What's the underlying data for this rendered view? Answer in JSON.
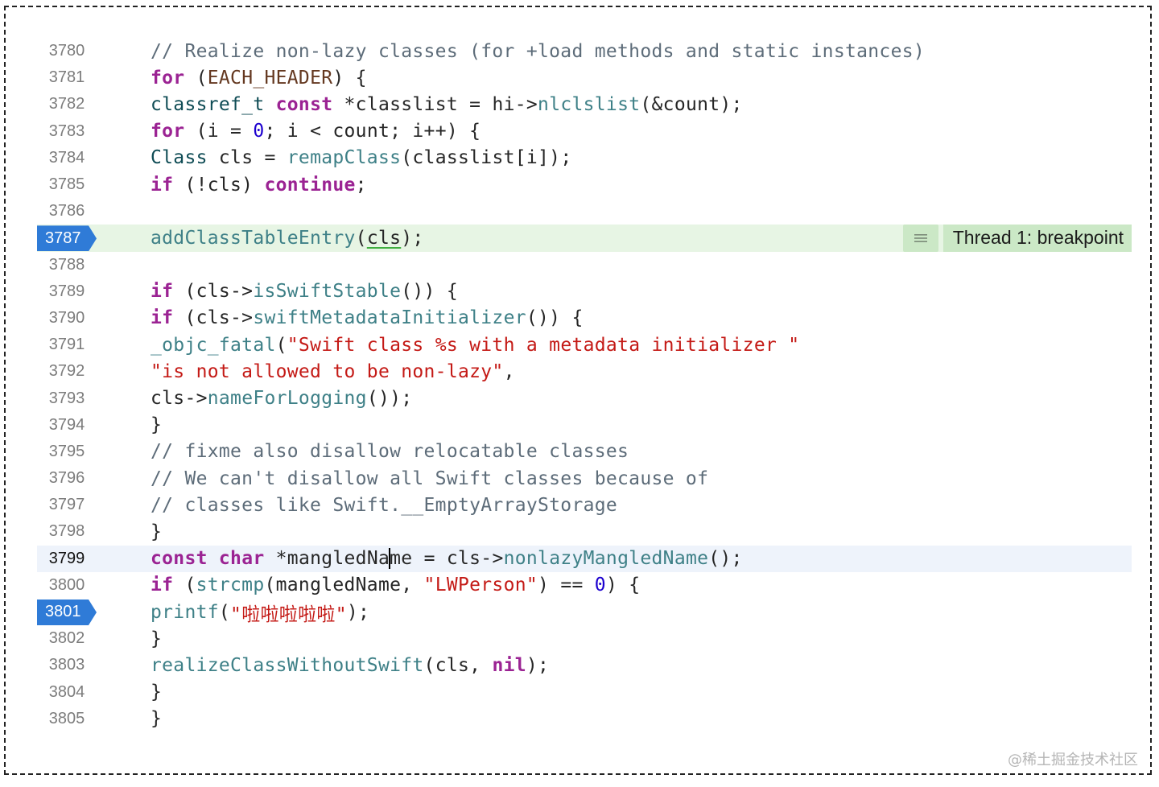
{
  "editor": {
    "lines": [
      {
        "num": "3780",
        "indent": 0,
        "tokens": [
          [
            "cm",
            "// Realize non-lazy classes (for +load methods and static instances)"
          ]
        ]
      },
      {
        "num": "3781",
        "indent": 0,
        "tokens": [
          [
            "kw",
            "for"
          ],
          [
            "",
            " ("
          ],
          [
            "macro",
            "EACH_HEADER"
          ],
          [
            "",
            ") {"
          ]
        ]
      },
      {
        "num": "3782",
        "indent": 1,
        "tokens": [
          [
            "typ",
            "classref_t"
          ],
          [
            "",
            " "
          ],
          [
            "kw",
            "const"
          ],
          [
            "",
            " *classlist = hi->"
          ],
          [
            "fn",
            "nlclslist"
          ],
          [
            "",
            "(&count);"
          ]
        ]
      },
      {
        "num": "3783",
        "indent": 1,
        "tokens": [
          [
            "kw",
            "for"
          ],
          [
            "",
            " (i = "
          ],
          [
            "num",
            "0"
          ],
          [
            "",
            "; i < count; i++) {"
          ]
        ]
      },
      {
        "num": "3784",
        "indent": 2,
        "tokens": [
          [
            "typ",
            "Class"
          ],
          [
            "",
            " cls = "
          ],
          [
            "fn",
            "remapClass"
          ],
          [
            "",
            "(classlist[i]);"
          ]
        ]
      },
      {
        "num": "3785",
        "indent": 2,
        "tokens": [
          [
            "kw",
            "if"
          ],
          [
            "",
            " (!cls) "
          ],
          [
            "kw",
            "continue"
          ],
          [
            "",
            ";"
          ]
        ]
      },
      {
        "num": "3786",
        "indent": 0,
        "tokens": []
      },
      {
        "num": "3787",
        "indent": 2,
        "breakpoint": true,
        "highlight": "bp",
        "tokens": [
          [
            "fn",
            "addClassTableEntry"
          ],
          [
            "",
            "("
          ],
          [
            "u",
            "cls"
          ],
          [
            "",
            ");"
          ]
        ]
      },
      {
        "num": "3788",
        "indent": 0,
        "tokens": []
      },
      {
        "num": "3789",
        "indent": 2,
        "tokens": [
          [
            "kw",
            "if"
          ],
          [
            "",
            " (cls->"
          ],
          [
            "fn",
            "isSwiftStable"
          ],
          [
            "",
            "()) {"
          ]
        ]
      },
      {
        "num": "3790",
        "indent": 3,
        "tokens": [
          [
            "kw",
            "if"
          ],
          [
            "",
            " (cls->"
          ],
          [
            "fn",
            "swiftMetadataInitializer"
          ],
          [
            "",
            "()) {"
          ]
        ]
      },
      {
        "num": "3791",
        "indent": 4,
        "tokens": [
          [
            "fn",
            "_objc_fatal"
          ],
          [
            "",
            "("
          ],
          [
            "str",
            "\"Swift class %s with a metadata initializer \""
          ]
        ]
      },
      {
        "num": "3792",
        "indent": 4,
        "pad": "            ",
        "tokens": [
          [
            "str",
            "\"is not allowed to be non-lazy\""
          ],
          [
            "",
            ","
          ]
        ]
      },
      {
        "num": "3793",
        "indent": 4,
        "pad": "            ",
        "tokens": [
          [
            "",
            "cls->"
          ],
          [
            "fn",
            "nameForLogging"
          ],
          [
            "",
            "());"
          ]
        ]
      },
      {
        "num": "3794",
        "indent": 3,
        "tokens": [
          [
            "",
            "}"
          ]
        ]
      },
      {
        "num": "3795",
        "indent": 3,
        "tokens": [
          [
            "cm",
            "// fixme also disallow relocatable classes"
          ]
        ]
      },
      {
        "num": "3796",
        "indent": 3,
        "tokens": [
          [
            "cm",
            "// We can't disallow all Swift classes because of"
          ]
        ]
      },
      {
        "num": "3797",
        "indent": 3,
        "tokens": [
          [
            "cm",
            "// classes like Swift.__EmptyArrayStorage"
          ]
        ]
      },
      {
        "num": "3798",
        "indent": 2,
        "tokens": [
          [
            "",
            "}"
          ]
        ]
      },
      {
        "num": "3799",
        "indent": 2,
        "current": true,
        "highlight": "cur",
        "tokens": [
          [
            "kw",
            "const"
          ],
          [
            "",
            " "
          ],
          [
            "kw",
            "char"
          ],
          [
            "",
            " *mangledNa"
          ],
          [
            "caret",
            ""
          ],
          [
            "",
            "me = cls->"
          ],
          [
            "fn",
            "nonlazyMangledName"
          ],
          [
            "",
            "();"
          ]
        ]
      },
      {
        "num": "3800",
        "indent": 2,
        "tokens": [
          [
            "kw",
            "if"
          ],
          [
            "",
            " ("
          ],
          [
            "fn",
            "strcmp"
          ],
          [
            "",
            "(mangledName, "
          ],
          [
            "str",
            "\"LWPerson\""
          ],
          [
            "",
            ") == "
          ],
          [
            "num",
            "0"
          ],
          [
            "",
            ") {"
          ]
        ]
      },
      {
        "num": "3801",
        "indent": 3,
        "breakpoint": true,
        "tokens": [
          [
            "fn",
            "printf"
          ],
          [
            "",
            "("
          ],
          [
            "str",
            "\"啦啦啦啦啦\""
          ],
          [
            "",
            ");"
          ]
        ]
      },
      {
        "num": "3802",
        "indent": 2,
        "tokens": [
          [
            "",
            "}"
          ]
        ]
      },
      {
        "num": "3803",
        "indent": 2,
        "tokens": [
          [
            "fn",
            "realizeClassWithoutSwift"
          ],
          [
            "",
            "(cls, "
          ],
          [
            "kw",
            "nil"
          ],
          [
            "",
            ");"
          ]
        ]
      },
      {
        "num": "3804",
        "indent": 1,
        "tokens": [
          [
            "",
            "}"
          ]
        ]
      },
      {
        "num": "3805",
        "indent": 0,
        "tokens": [
          [
            "",
            "}"
          ]
        ]
      }
    ]
  },
  "thread_badge": {
    "label": "Thread 1: breakpoint",
    "icon": "list-lines-icon"
  },
  "watermark": "@稀土掘金技术社区",
  "colors": {
    "breakpoint": "#2f7bd7",
    "bp_line": "#e7f5e4",
    "current_line": "#eef3fb",
    "keyword": "#9b2393",
    "string": "#c41a16",
    "function": "#3e8087",
    "comment": "#5d6c79",
    "number": "#1c00cf"
  }
}
